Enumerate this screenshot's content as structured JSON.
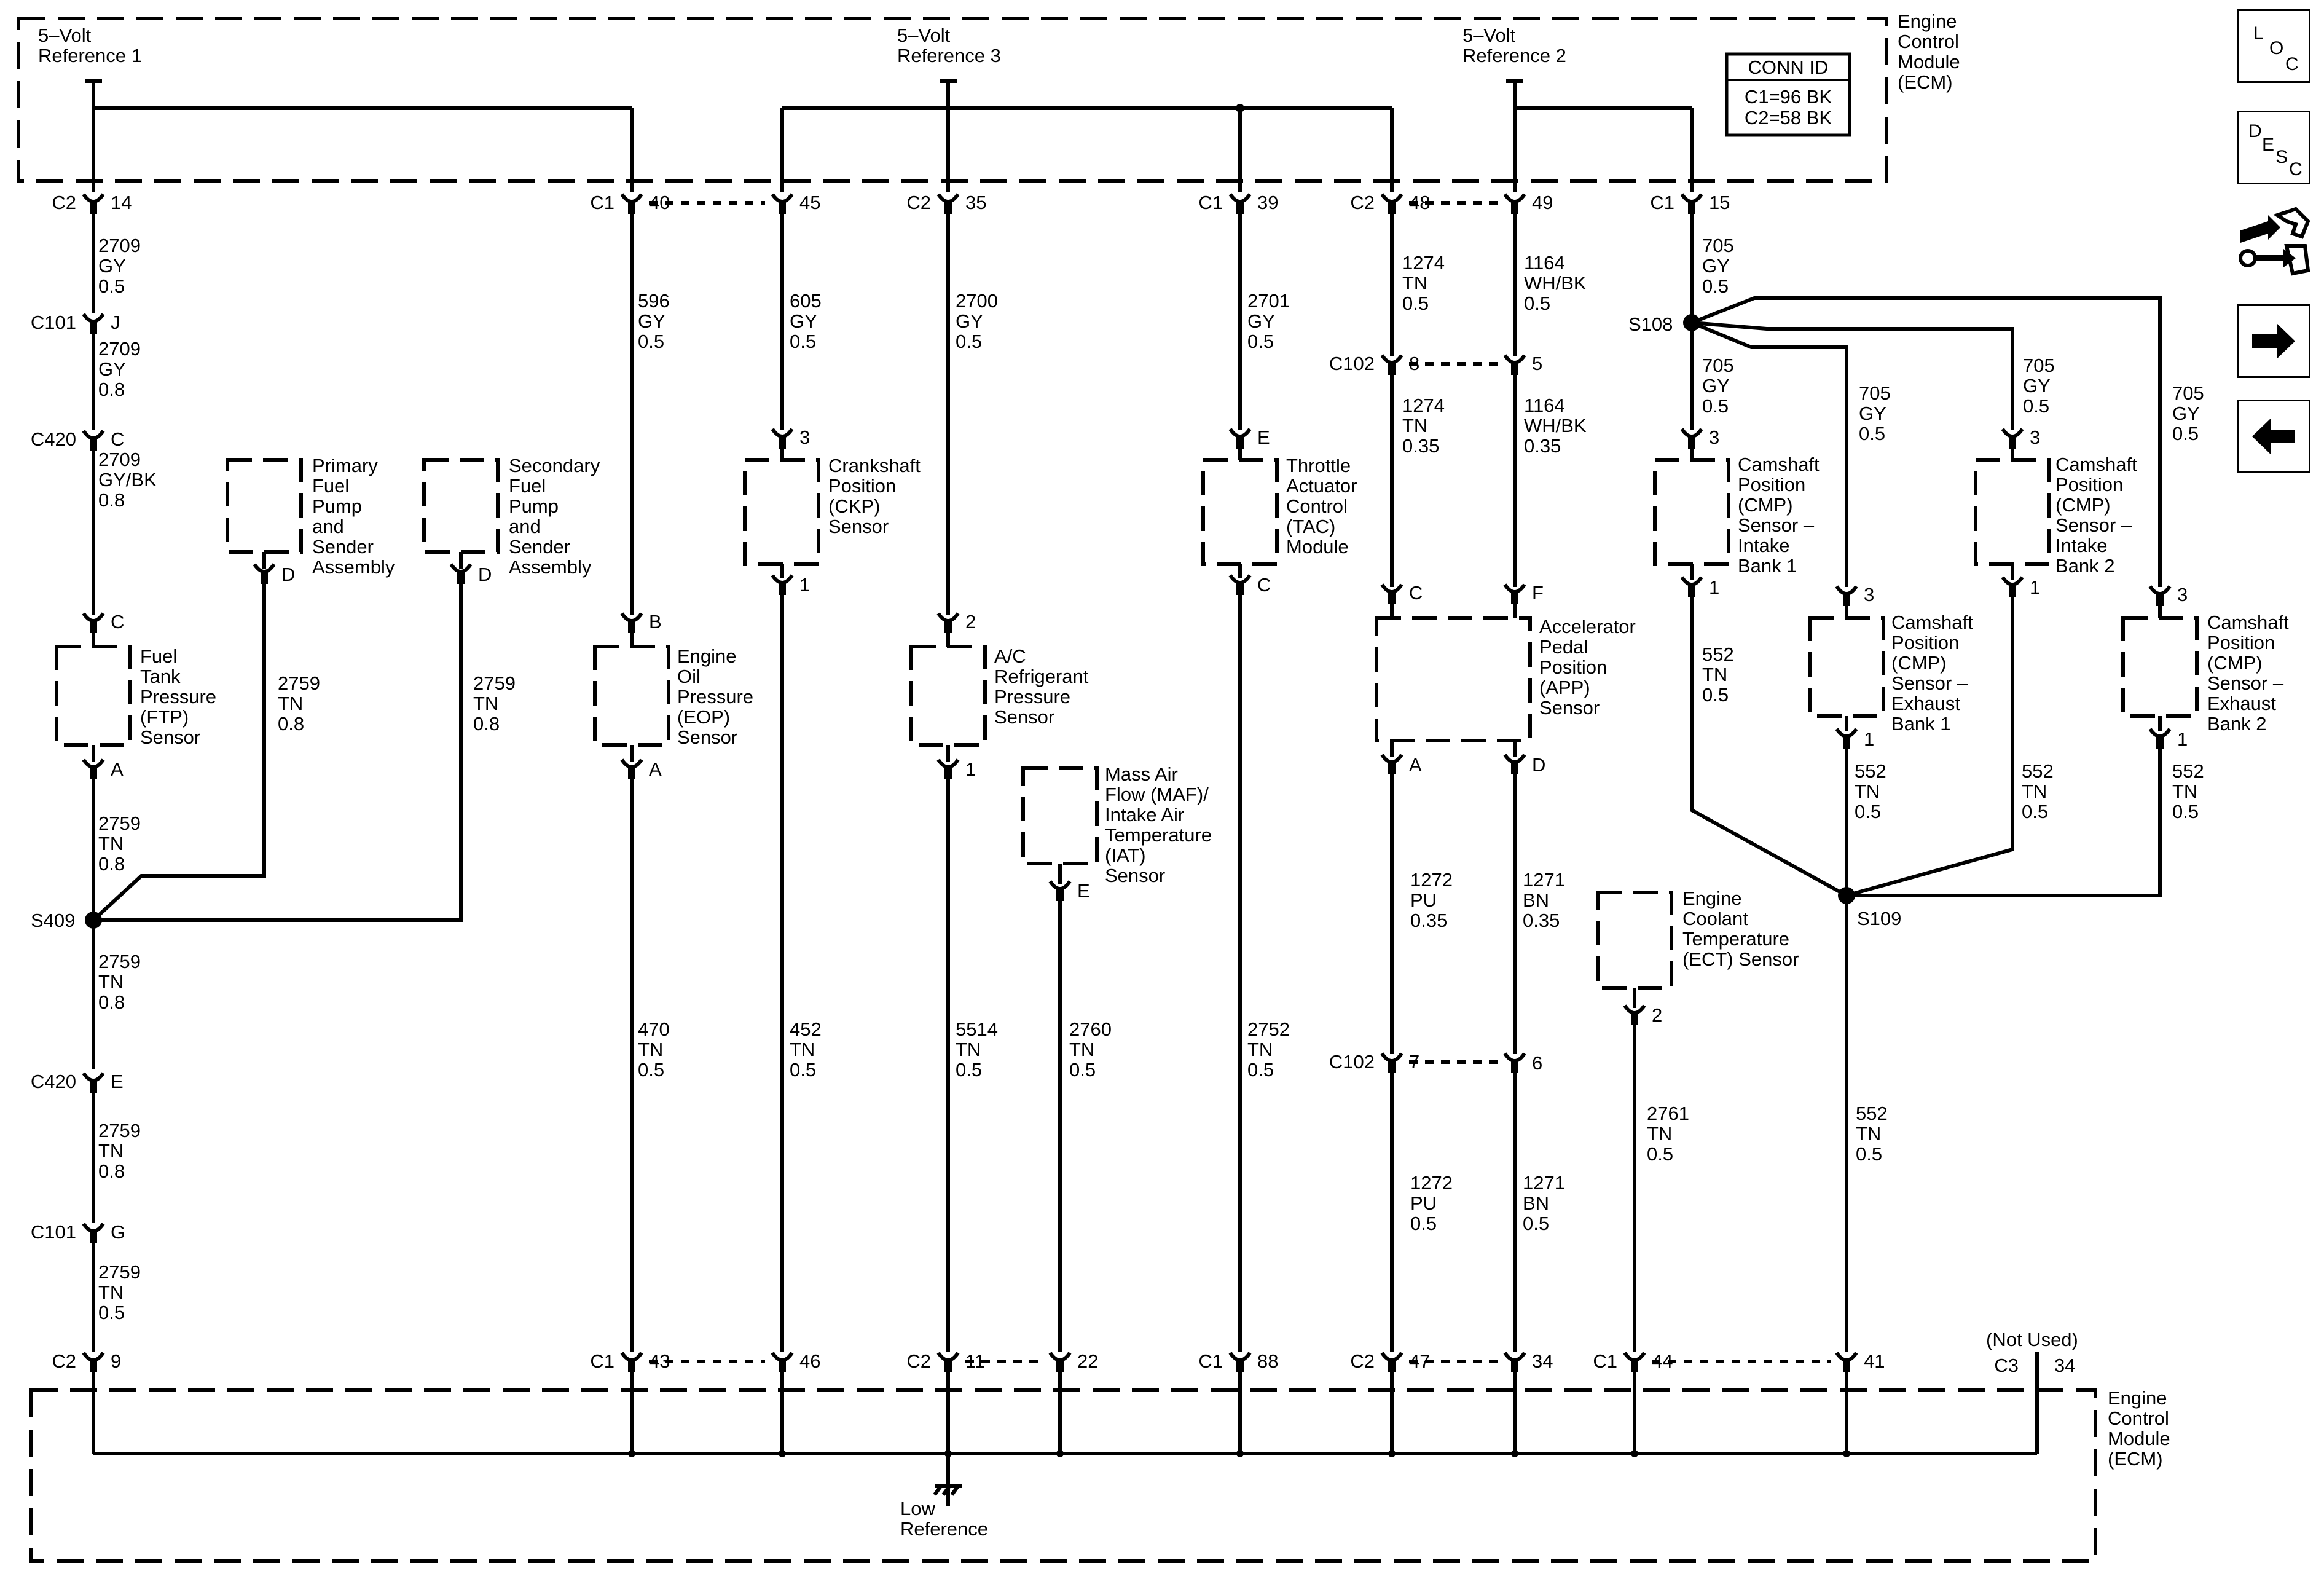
{
  "header": {
    "ref1": [
      "5–Volt",
      "Reference 1"
    ],
    "ref3": [
      "5–Volt",
      "Reference 3"
    ],
    "ref2": [
      "5–Volt",
      "Reference 2"
    ],
    "ecm_top": [
      "Engine",
      "Control",
      "Module",
      "(ECM)"
    ],
    "conn_title": "CONN ID",
    "conn_c1": "C1=96 BK",
    "conn_c2": "C2=58 BK"
  },
  "ecm_bottom": [
    "Engine",
    "Control",
    "Module",
    "(ECM)"
  ],
  "low_reference": [
    "Low",
    "Reference"
  ],
  "not_used": "(Not Used)",
  "nav": {
    "loc": [
      "L",
      "O",
      "C"
    ],
    "desc": [
      "D",
      "E",
      "S",
      "C"
    ],
    "tools_icon": "connector-tool-icon",
    "next_icon": "arrow-right-icon",
    "prev_icon": "arrow-left-icon"
  },
  "pins_top": [
    {
      "conn": "C2",
      "pin": "14"
    },
    {
      "conn": "C1",
      "pin": "40"
    },
    {
      "conn": "",
      "pin": "45"
    },
    {
      "conn": "C2",
      "pin": "35"
    },
    {
      "conn": "C1",
      "pin": "39"
    },
    {
      "conn": "C2",
      "pin": "48"
    },
    {
      "conn": "",
      "pin": "49"
    },
    {
      "conn": "C1",
      "pin": "15"
    }
  ],
  "pins_bottom": [
    {
      "conn": "C2",
      "pin": "9"
    },
    {
      "conn": "C1",
      "pin": "43"
    },
    {
      "conn": "",
      "pin": "46"
    },
    {
      "conn": "C2",
      "pin": "11"
    },
    {
      "conn": "",
      "pin": "22"
    },
    {
      "conn": "C1",
      "pin": "88"
    },
    {
      "conn": "C2",
      "pin": "47"
    },
    {
      "conn": "",
      "pin": "34"
    },
    {
      "conn": "C1",
      "pin": "44"
    },
    {
      "conn": "",
      "pin": "41"
    },
    {
      "conn": "C3",
      "pin": "34"
    }
  ],
  "components": {
    "ftp": [
      "Fuel",
      "Tank",
      "Pressure",
      "(FTP)",
      "Sensor"
    ],
    "pfp": [
      "Primary",
      "Fuel",
      "Pump",
      "and",
      "Sender",
      "Assembly"
    ],
    "sfp": [
      "Secondary",
      "Fuel",
      "Pump",
      "and",
      "Sender",
      "Assembly"
    ],
    "eop": [
      "Engine",
      "Oil",
      "Pressure",
      "(EOP)",
      "Sensor"
    ],
    "ckp": [
      "Crankshaft",
      "Position",
      "(CKP)",
      "Sensor"
    ],
    "acr": [
      "A/C",
      "Refrigerant",
      "Pressure",
      "Sensor"
    ],
    "maf": [
      "Mass Air",
      "Flow (MAF)/",
      "Intake Air",
      "Temperature",
      "(IAT)",
      "Sensor"
    ],
    "tac": [
      "Throttle",
      "Actuator",
      "Control",
      "(TAC)",
      "Module"
    ],
    "app": [
      "Accelerator",
      "Pedal",
      "Position",
      "(APP)",
      "Sensor"
    ],
    "ect": [
      "Engine",
      "Coolant",
      "Temperature",
      "(ECT) Sensor"
    ],
    "cmp_i1": [
      "Camshaft",
      "Position",
      "(CMP)",
      "Sensor –",
      "Intake",
      "Bank 1"
    ],
    "cmp_e1": [
      "Camshaft",
      "Position",
      "(CMP)",
      "Sensor –",
      "Exhaust",
      "Bank 1"
    ],
    "cmp_i2": [
      "Camshaft",
      "Position",
      "(CMP)",
      "Sensor –",
      "Intake",
      "Bank 2"
    ],
    "cmp_e2": [
      "Camshaft",
      "Position",
      "(CMP)",
      "Sensor –",
      "Exhaust",
      "Bank 2"
    ]
  },
  "pins_inline": [
    {
      "conn": "C101",
      "pin": "J"
    },
    {
      "conn": "C420",
      "pin": "C"
    },
    {
      "conn": "",
      "pin": "C"
    },
    {
      "conn": "",
      "pin": "A"
    },
    {
      "conn": "",
      "pin": "D"
    },
    {
      "conn": "",
      "pin": "D"
    },
    {
      "conn": "",
      "pin": "B"
    },
    {
      "conn": "",
      "pin": "A"
    },
    {
      "conn": "",
      "pin": "3"
    },
    {
      "conn": "",
      "pin": "1"
    },
    {
      "conn": "",
      "pin": "2"
    },
    {
      "conn": "",
      "pin": "1"
    },
    {
      "conn": "",
      "pin": "E"
    },
    {
      "conn": "",
      "pin": "E"
    },
    {
      "conn": "",
      "pin": "C"
    },
    {
      "conn": "C102",
      "pin": "8"
    },
    {
      "conn": "",
      "pin": "5"
    },
    {
      "conn": "",
      "pin": "C"
    },
    {
      "conn": "",
      "pin": "F"
    },
    {
      "conn": "",
      "pin": "A"
    },
    {
      "conn": "",
      "pin": "D"
    },
    {
      "conn": "C102",
      "pin": "7"
    },
    {
      "conn": "",
      "pin": "6"
    },
    {
      "conn": "",
      "pin": "2"
    },
    {
      "conn": "",
      "pin": "3"
    },
    {
      "conn": "",
      "pin": "1"
    },
    {
      "conn": "",
      "pin": "3"
    },
    {
      "conn": "",
      "pin": "1"
    },
    {
      "conn": "",
      "pin": "3"
    },
    {
      "conn": "",
      "pin": "1"
    },
    {
      "conn": "",
      "pin": "3"
    },
    {
      "conn": "",
      "pin": "1"
    },
    {
      "conn": "C420",
      "pin": "E"
    },
    {
      "conn": "C101",
      "pin": "G"
    }
  ],
  "splices": [
    "S409",
    "S108",
    "S109"
  ],
  "wires": [
    [
      "2709",
      "GY",
      "0.5"
    ],
    [
      "2709",
      "GY",
      "0.8"
    ],
    [
      "2709",
      "GY/BK",
      "0.8"
    ],
    [
      "2759",
      "TN",
      "0.8"
    ],
    [
      "2759",
      "TN",
      "0.8"
    ],
    [
      "2759",
      "TN",
      "0.8"
    ],
    [
      "2759",
      "TN",
      "0.8"
    ],
    [
      "2759",
      "TN",
      "0.8"
    ],
    [
      "2759",
      "TN",
      "0.5"
    ],
    [
      "596",
      "GY",
      "0.5"
    ],
    [
      "470",
      "TN",
      "0.5"
    ],
    [
      "605",
      "GY",
      "0.5"
    ],
    [
      "452",
      "TN",
      "0.5"
    ],
    [
      "2700",
      "GY",
      "0.5"
    ],
    [
      "5514",
      "TN",
      "0.5"
    ],
    [
      "2760",
      "TN",
      "0.5"
    ],
    [
      "2701",
      "GY",
      "0.5"
    ],
    [
      "2752",
      "TN",
      "0.5"
    ],
    [
      "1274",
      "TN",
      "0.5"
    ],
    [
      "1274",
      "TN",
      "0.35"
    ],
    [
      "1272",
      "PU",
      "0.35"
    ],
    [
      "1272",
      "PU",
      "0.5"
    ],
    [
      "1164",
      "WH/BK",
      "0.5"
    ],
    [
      "1164",
      "WH/BK",
      "0.35"
    ],
    [
      "1271",
      "BN",
      "0.35"
    ],
    [
      "1271",
      "BN",
      "0.5"
    ],
    [
      "705",
      "GY",
      "0.5"
    ],
    [
      "705",
      "GY",
      "0.5"
    ],
    [
      "705",
      "GY",
      "0.5"
    ],
    [
      "705",
      "GY",
      "0.5"
    ],
    [
      "705",
      "GY",
      "0.5"
    ],
    [
      "552",
      "TN",
      "0.5"
    ],
    [
      "552",
      "TN",
      "0.5"
    ],
    [
      "552",
      "TN",
      "0.5"
    ],
    [
      "552",
      "TN",
      "0.5"
    ],
    [
      "552",
      "TN",
      "0.5"
    ],
    [
      "2761",
      "TN",
      "0.5"
    ]
  ]
}
